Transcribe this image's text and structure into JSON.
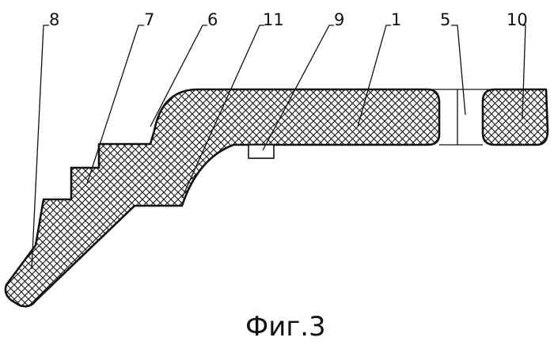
{
  "figure": {
    "caption": "Фиг.3",
    "labels": {
      "l8": "8",
      "l7": "7",
      "l6": "6",
      "l11": "11",
      "l9": "9",
      "l1": "1",
      "l5": "5",
      "l10": "10"
    }
  }
}
